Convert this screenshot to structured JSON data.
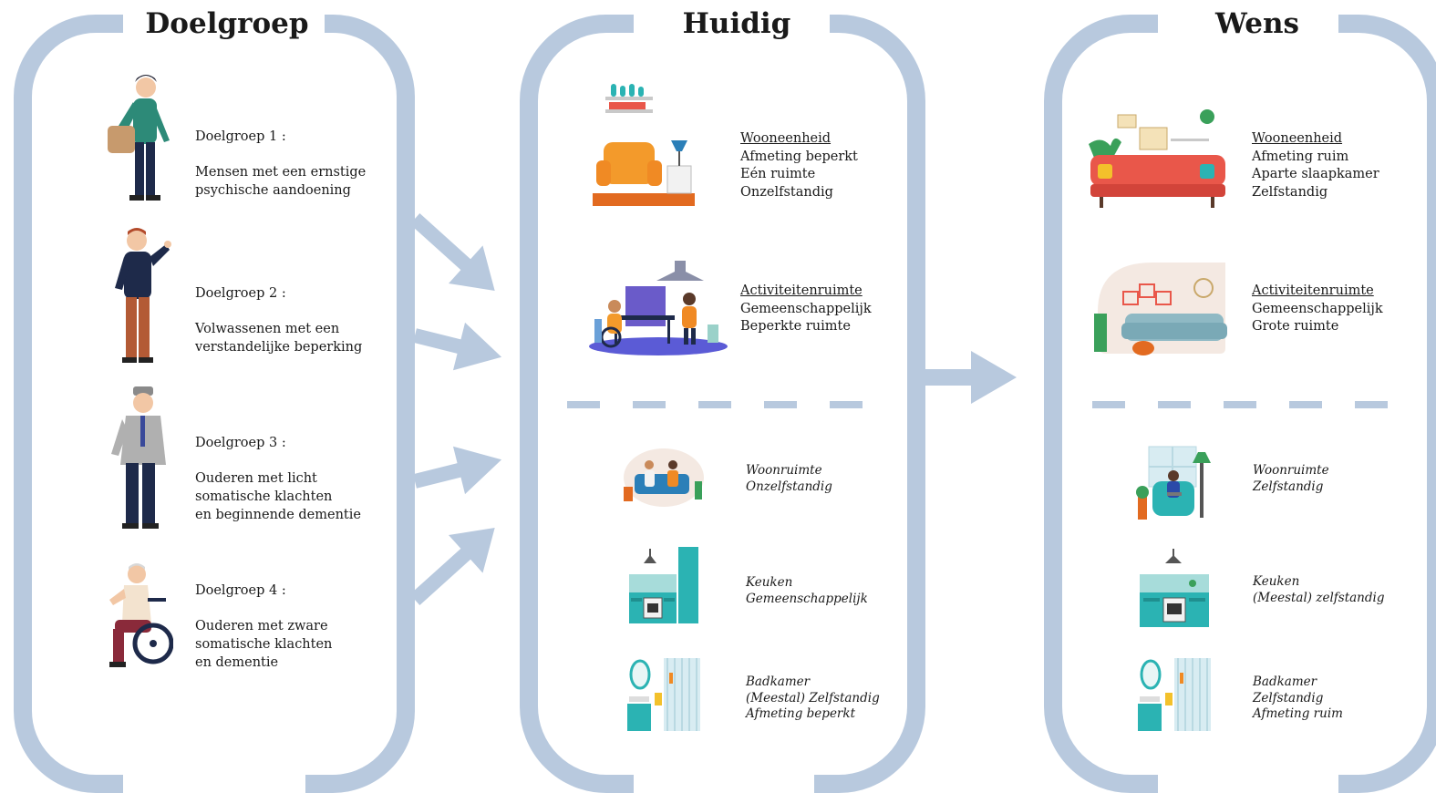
{
  "colors": {
    "frame": "#b8c9de",
    "accent_teal": "#2bb3b3",
    "accent_orange": "#f08a24",
    "accent_red": "#e9574a"
  },
  "panels": [
    {
      "title": "Doelgroep"
    },
    {
      "title": "Huidig"
    },
    {
      "title": "Wens"
    }
  ],
  "groups": [
    {
      "head": "Doelgroep 1 :",
      "description": "Mensen met een ernstige\npsychische aandoening",
      "icon": "person-with-bag-icon"
    },
    {
      "head": "Doelgroep 2 :",
      "description": "Volwassenen met een\nverstandelijke beperking",
      "icon": "man-waving-icon"
    },
    {
      "head": "Doelgroep 3 :",
      "description": "Ouderen met licht\nsomatische klachten\nen beginnende dementie",
      "icon": "elderly-man-with-hat-icon"
    },
    {
      "head": "Doelgroep 4 :",
      "description": "Ouderen met zware\nsomatische klachten\nen dementie",
      "icon": "wheelchair-user-icon"
    }
  ],
  "huidig": {
    "wooneenheid": {
      "title": "Wooneenheid",
      "lines": [
        "Afmeting beperkt",
        "Eén ruimte",
        "Onzelfstandig"
      ],
      "icon": "armchair-room-icon"
    },
    "activiteitenruimte": {
      "title": "Activiteitenruimte",
      "lines": [
        "Gemeenschappelijk",
        "Beperkte ruimte"
      ],
      "icon": "shared-kitchen-activity-icon"
    },
    "woonruimte": {
      "lines": [
        "Woonruimte",
        "Onzelfstandig"
      ],
      "icon": "shared-living-room-icon"
    },
    "keuken": {
      "lines": [
        "Keuken",
        "Gemeenschappelijk"
      ],
      "icon": "kitchen-icon"
    },
    "badkamer": {
      "lines": [
        "Badkamer",
        "(Meestal) Zelfstandig",
        "Afmeting beperkt"
      ],
      "icon": "bathroom-icon"
    }
  },
  "wens": {
    "wooneenheid": {
      "title": "Wooneenheid",
      "lines": [
        "Afmeting ruim",
        "Aparte slaapkamer",
        "Zelfstandig"
      ],
      "icon": "sofa-room-icon"
    },
    "activiteitenruimte": {
      "title": "Activiteitenruimte",
      "lines": [
        "Gemeenschappelijk",
        "Grote ruimte"
      ],
      "icon": "lounge-sofa-icon"
    },
    "woonruimte": {
      "lines": [
        "Woonruimte",
        "Zelfstandig"
      ],
      "icon": "person-reading-armchair-icon"
    },
    "keuken": {
      "lines": [
        "Keuken",
        "(Meestal) zelfstandig"
      ],
      "icon": "kitchen-icon"
    },
    "badkamer": {
      "lines": [
        "Badkamer",
        "Zelfstandig",
        "Afmeting ruim"
      ],
      "icon": "bathroom-icon"
    }
  }
}
